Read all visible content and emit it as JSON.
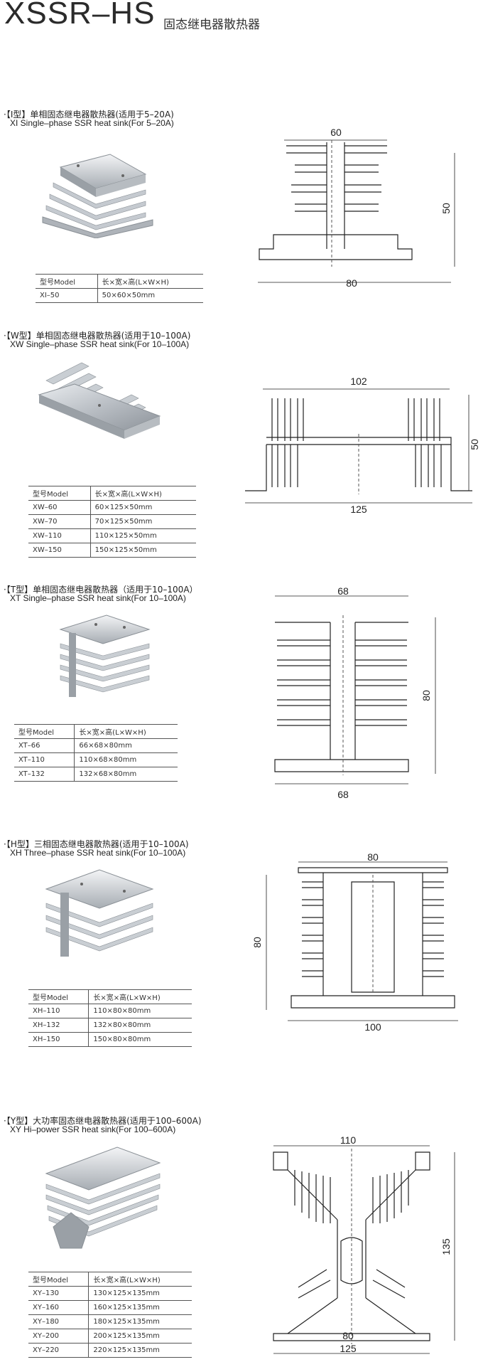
{
  "title": {
    "main": "XSSR–HS",
    "cn": "固态继电器散热器"
  },
  "table_headers": {
    "model": "型号Model",
    "dims": "长×宽×高(L×W×H)"
  },
  "sections": [
    {
      "heading_cn": "·【I型】单相固态继电器散热器(适用于5–20A)",
      "heading_en": "XI Single–phase SSR heat sink(For 5–20A)",
      "rows": [
        {
          "model": "XI–50",
          "dims": "50×60×50mm"
        }
      ],
      "dims": {
        "top": "60",
        "side": "50",
        "bottom": "80"
      }
    },
    {
      "heading_cn": "·【W型】单相固态继电器散热器(适用于10–100A)",
      "heading_en": "XW Single–phase SSR heat sink(For 10–100A)",
      "rows": [
        {
          "model": "XW–60",
          "dims": "60×125×50mm"
        },
        {
          "model": "XW–70",
          "dims": "70×125×50mm"
        },
        {
          "model": "XW–110",
          "dims": "110×125×50mm"
        },
        {
          "model": "XW–150",
          "dims": "150×125×50mm"
        }
      ],
      "dims": {
        "top": "102",
        "side": "50",
        "bottom": "125"
      }
    },
    {
      "heading_cn": "·【T型】单相固态继电器散热器（适用于10–100A）",
      "heading_en": "XT Single–phase SSR heat sink(For 10–100A)",
      "rows": [
        {
          "model": "XT–66",
          "dims": "66×68×80mm"
        },
        {
          "model": "XT–110",
          "dims": "110×68×80mm"
        },
        {
          "model": "XT–132",
          "dims": "132×68×80mm"
        }
      ],
      "dims": {
        "top": "68",
        "side": "80",
        "bottom": "68"
      }
    },
    {
      "heading_cn": "·【H型】三相固态继电器散热器(适用于10–100A)",
      "heading_en": "XH Three–phase SSR heat sink(For 10–100A)",
      "rows": [
        {
          "model": "XH–110",
          "dims": "110×80×80mm"
        },
        {
          "model": "XH–132",
          "dims": "132×80×80mm"
        },
        {
          "model": "XH–150",
          "dims": "150×80×80mm"
        }
      ],
      "dims": {
        "top": "80",
        "side": "80",
        "bottom": "100"
      }
    },
    {
      "heading_cn": "·【Y型】大功率固态继电器散热器(适用于100–600A)",
      "heading_en": "XY Hi–power SSR heat sink(For 100–600A)",
      "rows": [
        {
          "model": "XY–130",
          "dims": "130×125×135mm"
        },
        {
          "model": "XY–160",
          "dims": "160×125×135mm"
        },
        {
          "model": "XY–180",
          "dims": "180×125×135mm"
        },
        {
          "model": "XY–200",
          "dims": "200×125×135mm"
        },
        {
          "model": "XY–220",
          "dims": "220×125×135mm"
        }
      ],
      "dims": {
        "top": "110",
        "side": "135",
        "bottom_inner": "80",
        "bottom": "125"
      }
    }
  ]
}
